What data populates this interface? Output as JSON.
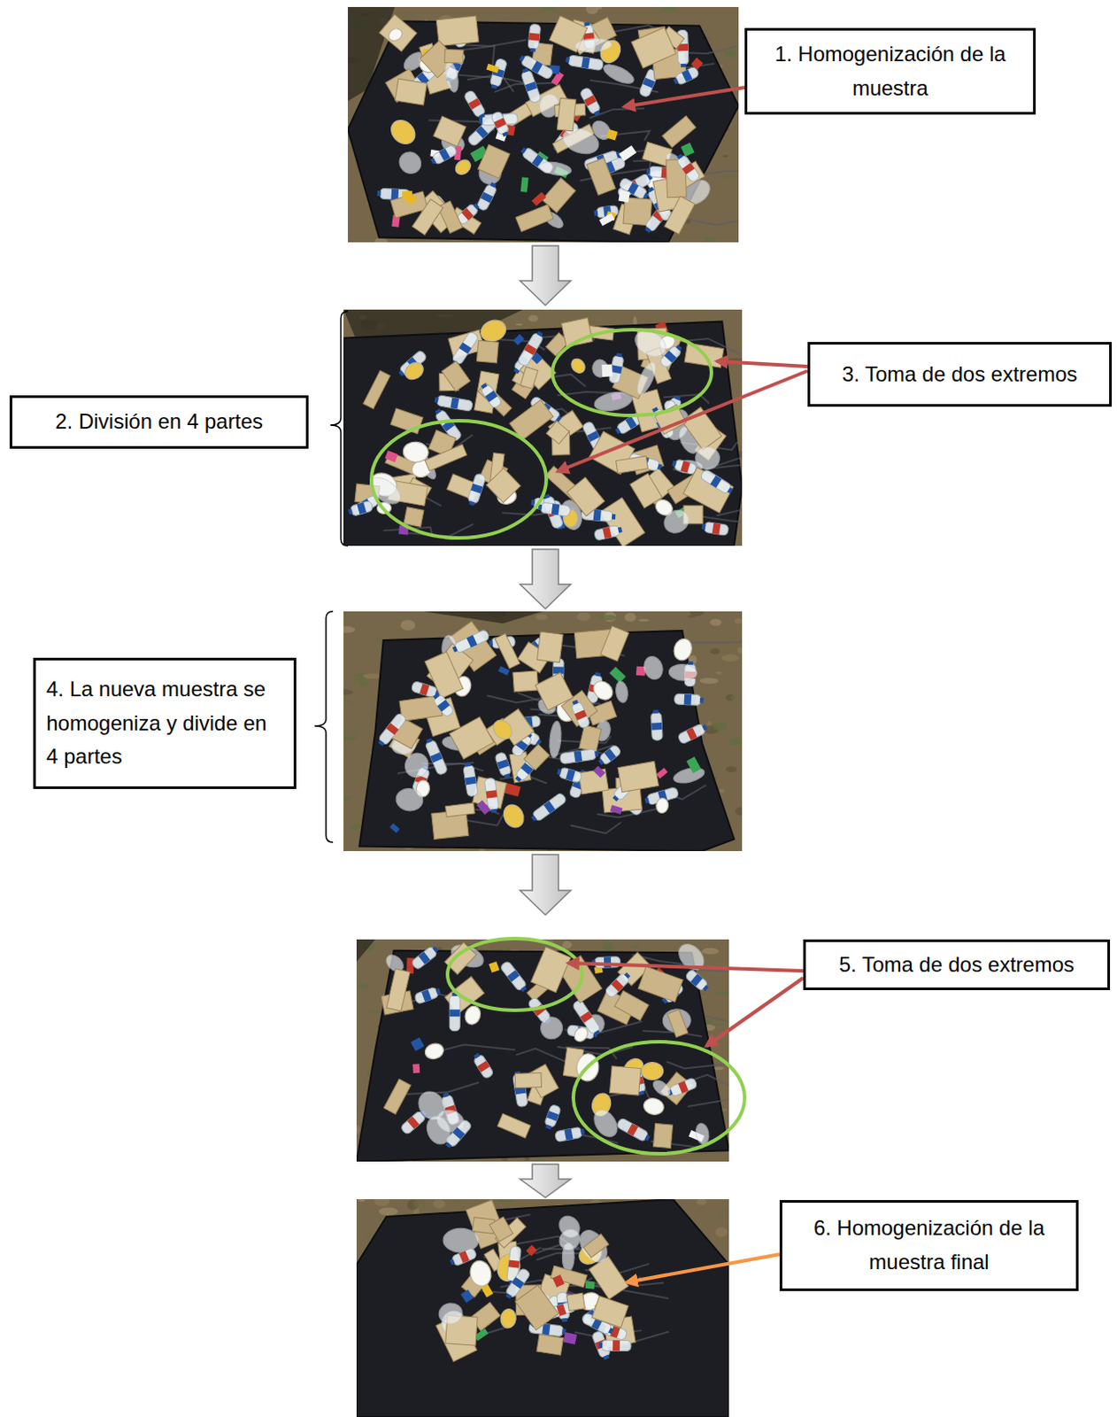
{
  "diagram": {
    "nodes": [
      {
        "text": [
          "1. Homogenización de la muestra"
        ]
      },
      {
        "text": [
          "2. División en 4 partes"
        ]
      },
      {
        "text": [
          "3. Toma de dos extremos"
        ]
      },
      {
        "text": [
          "4. La nueva muestra se homogeniza y divide en 4 partes"
        ]
      },
      {
        "text": [
          "5. Toma de dos extremos"
        ]
      },
      {
        "text": [
          "6. Homogenización de la muestra final"
        ]
      }
    ]
  }
}
